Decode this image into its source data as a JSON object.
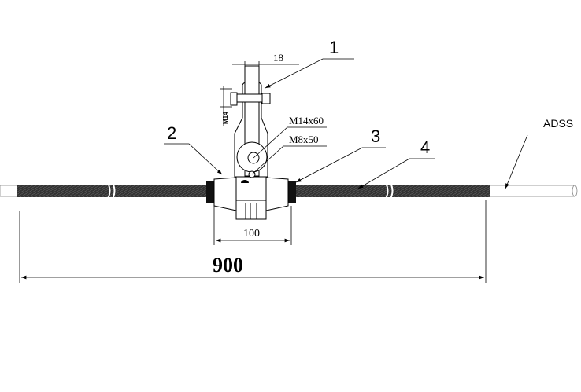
{
  "labels": {
    "part1": "1",
    "part2": "2",
    "part3": "3",
    "part4": "4",
    "cable": "ADSS"
  },
  "dimensions": {
    "shackle_width": "18",
    "bolt_thread": "M14",
    "bolt_main": "M14x60",
    "bolt_small": "M8x50",
    "clamp_length": "100",
    "total_length": "900"
  }
}
